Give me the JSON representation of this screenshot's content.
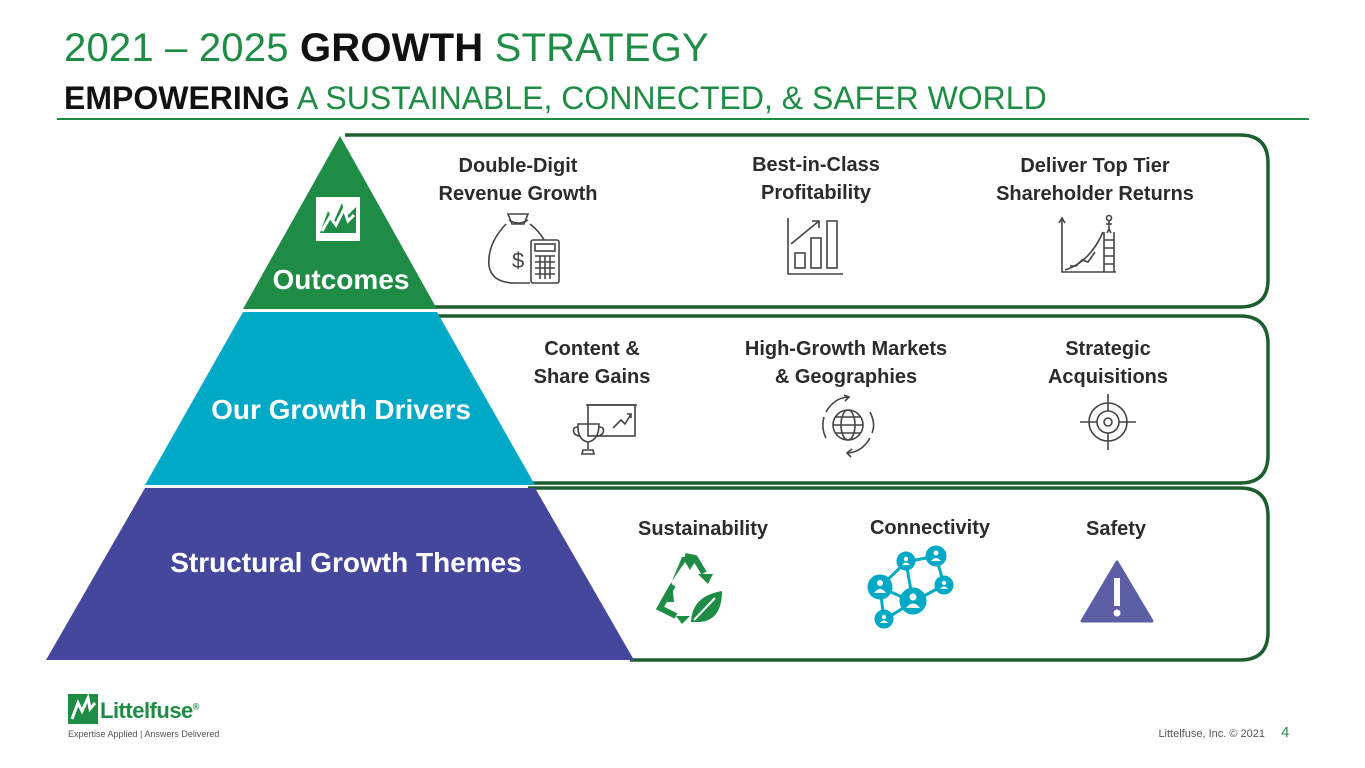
{
  "title": {
    "prefix": "2021 – 2025 ",
    "bold": "GROWTH",
    "suffix": " STRATEGY"
  },
  "subtitle": {
    "bold": "EMPOWERING",
    "rest": " A SUSTAINABLE, CONNECTED, & SAFER WORLD"
  },
  "tiers": {
    "outcomes": "Outcomes",
    "drivers": "Our Growth Drivers",
    "themes": "Structural Growth Themes"
  },
  "outcomes": [
    {
      "line1": "Double-Digit",
      "line2": "Revenue Growth",
      "icon": "money-bag-calculator-icon"
    },
    {
      "line1": "Best-in-Class",
      "line2": "Profitability",
      "icon": "bar-chart-up-icon"
    },
    {
      "line1": "Deliver Top Tier",
      "line2": "Shareholder Returns",
      "icon": "growth-curve-ladder-icon"
    }
  ],
  "drivers": [
    {
      "line1": "Content &",
      "line2": "Share Gains",
      "icon": "trophy-presentation-icon"
    },
    {
      "line1": "High-Growth Markets",
      "line2": "& Geographies",
      "icon": "globe-cycle-icon"
    },
    {
      "line1": "Strategic",
      "line2": "Acquisitions",
      "icon": "target-crosshair-icon"
    }
  ],
  "themes": [
    {
      "label": "Sustainability",
      "icon": "recycle-leaf-icon"
    },
    {
      "label": "Connectivity",
      "icon": "network-people-icon"
    },
    {
      "label": "Safety",
      "icon": "warning-triangle-icon"
    }
  ],
  "brand": {
    "name": "Littelfuse",
    "registered": "®",
    "tagline": "Expertise Applied | Answers Delivered"
  },
  "footer": {
    "copyright": "Littelfuse, Inc. © 2021",
    "page": "4"
  },
  "colors": {
    "green": "#1e8c45",
    "teal": "#00a9c6",
    "indigo": "#44479b",
    "dark_green_border": "#1c5e30"
  }
}
